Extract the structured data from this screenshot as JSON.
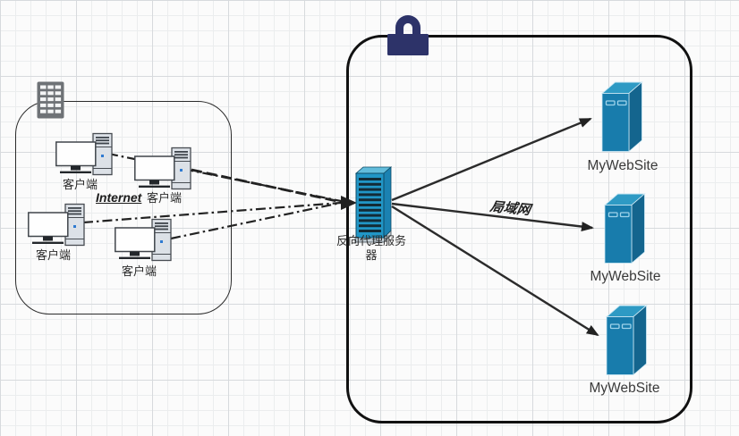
{
  "diagram": {
    "internet_group": {
      "internet_label": "Internet",
      "clients": [
        {
          "label": "客户端"
        },
        {
          "label": "客户端"
        },
        {
          "label": "客户端"
        },
        {
          "label": "客户端"
        }
      ]
    },
    "lan_group": {
      "lan_label": "局域网",
      "proxy": {
        "label": "反向代理服务器"
      },
      "servers": [
        {
          "label": "MyWebSite"
        },
        {
          "label": "MyWebSite"
        },
        {
          "label": "MyWebSite"
        }
      ]
    },
    "icons": {
      "building": "building-icon",
      "padlock": "padlock-icon",
      "client": "desktop-computer-icon",
      "proxy": "rack-server-icon",
      "web_server": "server-tower-icon"
    },
    "colors": {
      "server_front": "#187CAC",
      "server_side": "#14658E",
      "server_top": "#2E9AC4",
      "proxy_front": "#2196C6",
      "padlock_navy": "#2D3369",
      "building_gray": "#6E7276",
      "connector": "#222222"
    }
  }
}
